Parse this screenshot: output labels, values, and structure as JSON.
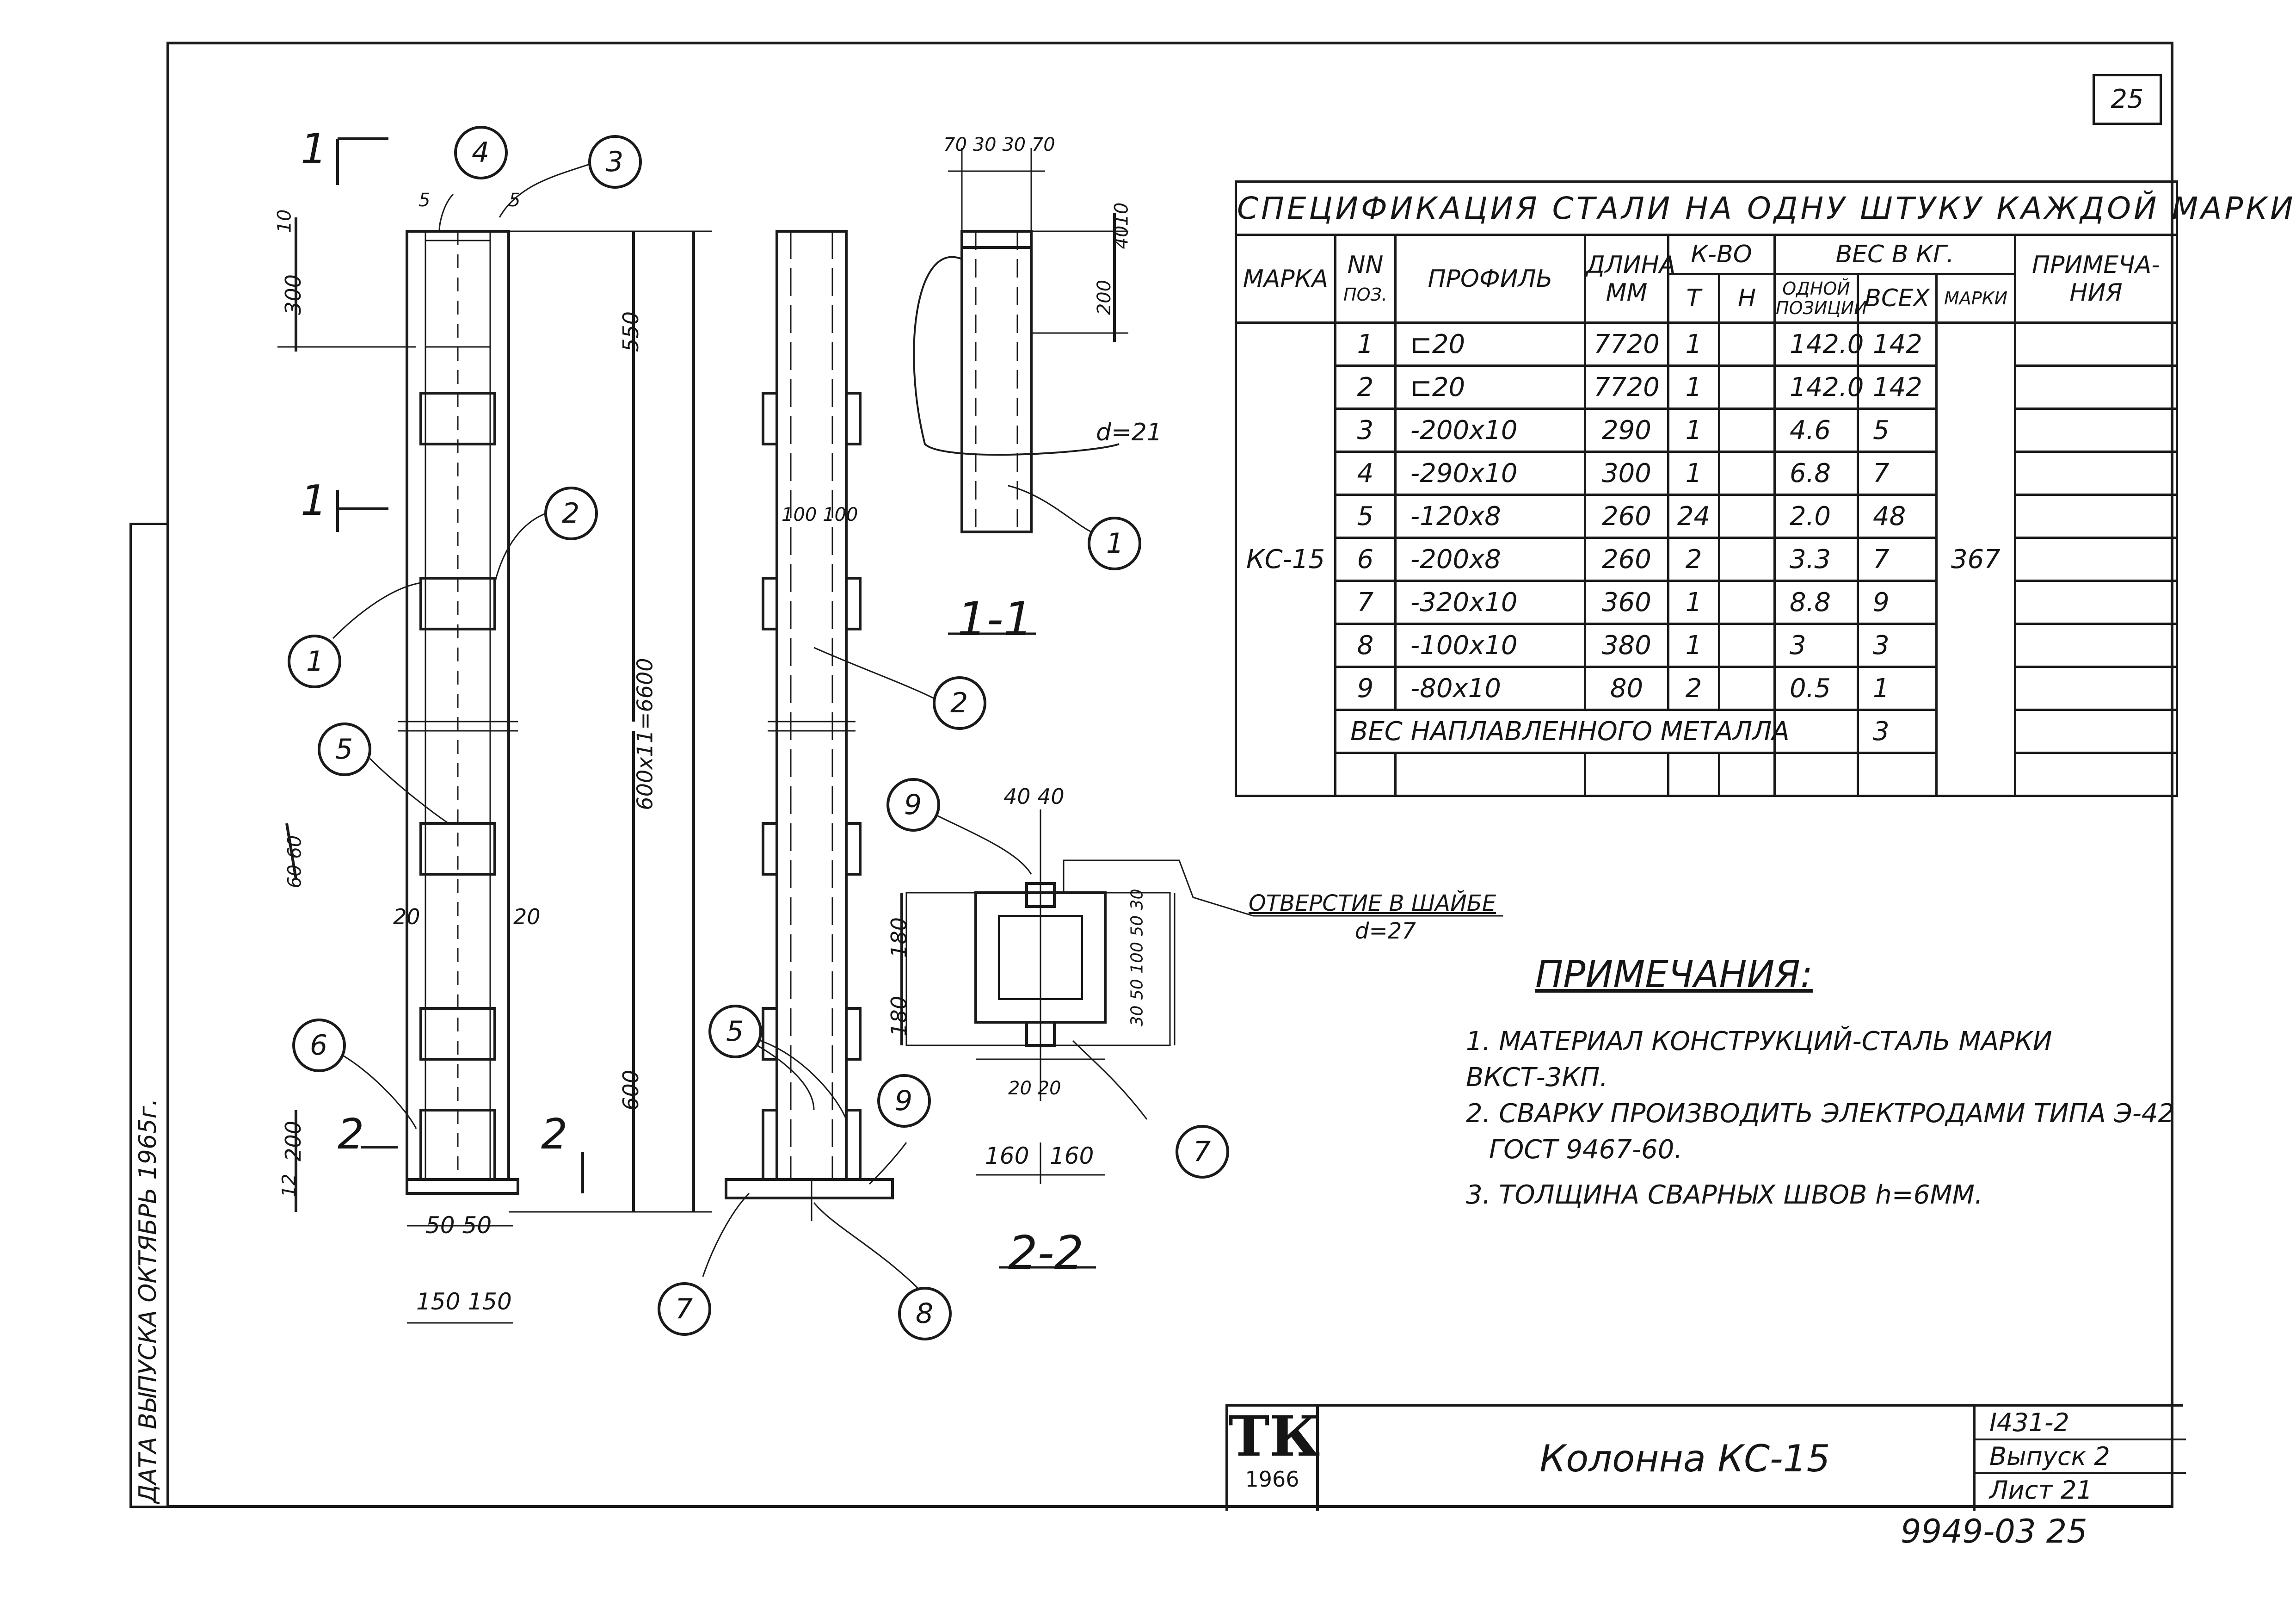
{
  "page_number": "25",
  "spec_table": {
    "caption": "СПЕЦИФИКАЦИЯ СТАЛИ НА ОДНУ ШТУКУ КАЖДОЙ МАРКИ",
    "headers": {
      "marka": "МАРКА",
      "nn": "NN",
      "pos": "ПОЗ.",
      "profile": "ПРОФИЛЬ",
      "length": "ДЛИНА",
      "length_unit": "ММ",
      "qty": "К-ВО",
      "qty_t": "Т",
      "qty_n": "Н",
      "weight": "ВЕС В КГ.",
      "w_one": "ОДНОЙ ПОЗИЦИИ",
      "w_all": "ВСЕХ",
      "w_mark": "МАРКИ",
      "notes": "ПРИМЕЧА-НИЯ"
    },
    "marka": "КС-15",
    "mark_weight": "367",
    "rows": [
      {
        "pos": "1",
        "profile": "⊏20",
        "length": "7720",
        "t": "1",
        "n": "",
        "one": "142.0",
        "all": "142"
      },
      {
        "pos": "2",
        "profile": "⊏20",
        "length": "7720",
        "t": "1",
        "n": "",
        "one": "142.0",
        "all": "142"
      },
      {
        "pos": "3",
        "profile": "-200x10",
        "length": "290",
        "t": "1",
        "n": "",
        "one": "4.6",
        "all": "5"
      },
      {
        "pos": "4",
        "profile": "-290x10",
        "length": "300",
        "t": "1",
        "n": "",
        "one": "6.8",
        "all": "7"
      },
      {
        "pos": "5",
        "profile": "-120x8",
        "length": "260",
        "t": "24",
        "n": "",
        "one": "2.0",
        "all": "48"
      },
      {
        "pos": "6",
        "profile": "-200x8",
        "length": "260",
        "t": "2",
        "n": "",
        "one": "3.3",
        "all": "7"
      },
      {
        "pos": "7",
        "profile": "-320x10",
        "length": "360",
        "t": "1",
        "n": "",
        "one": "8.8",
        "all": "9"
      },
      {
        "pos": "8",
        "profile": "-100x10",
        "length": "380",
        "t": "1",
        "n": "",
        "one": "3",
        "all": "3"
      },
      {
        "pos": "9",
        "profile": "-80x10",
        "length": "80",
        "t": "2",
        "n": "",
        "one": "0.5",
        "all": "1"
      }
    ],
    "weld_label": "ВЕС НАПЛАВЛЕННОГО МЕТАЛЛА",
    "weld_value": "3"
  },
  "notes": {
    "title": "ПРИМЕЧАНИЯ:",
    "items": [
      "1. МАТЕРИАЛ КОНСТРУКЦИЙ-СТАЛЬ МАРКИ ВКСТ-3КП.",
      "2. СВАРКУ ПРОИЗВОДИТЬ ЭЛЕКТРОДАМИ ТИПА Э-42",
      "ГОСТ 9467-60.",
      "3. ТОЛЩИНА СВАРНЫХ ШВОВ h=6ММ."
    ]
  },
  "title_block": {
    "logo": "ТК",
    "logo_year": "1966",
    "name": "Колонна   КС-15",
    "series": "I431-2",
    "issue": "Выпуск 2",
    "sheet": "Лист 21"
  },
  "archive_number": "9949-03  25",
  "side_strip": "ДАТА ВЫПУСКА  ОКТЯБРЬ  1965г.",
  "drawing": {
    "section_marks": {
      "s1": "1",
      "s2": "2"
    },
    "section_titles": {
      "s11": "1-1",
      "s22": "2-2"
    },
    "callouts": [
      "1",
      "2",
      "3",
      "4",
      "5",
      "6",
      "7",
      "8",
      "9"
    ],
    "dims": {
      "d300": "300",
      "d550": "550",
      "d_total": "600x11=6600",
      "d600": "600",
      "d200": "200",
      "d12": "12",
      "d10": "10",
      "d60_60": "60 60",
      "d20a": "20",
      "d20b": "20",
      "d50_50": "50 50",
      "d150_150": "150 150",
      "d5a": "5",
      "d5b": "5",
      "d100_100": "100 100",
      "top_1_1": "70 30 30 70",
      "d40": "40",
      "d200b": "200",
      "d10b": "10",
      "d21": "d=21",
      "d40_40": "40 40",
      "d180a": "180",
      "d180b": "180",
      "d160a": "160",
      "d160b": "160",
      "d20_20": "20 20",
      "d2_2_side": "30 50 100 50 30",
      "hole_note": "ОТВЕРСТИЕ В ШАЙБЕ",
      "hole_d": "d=27"
    }
  }
}
